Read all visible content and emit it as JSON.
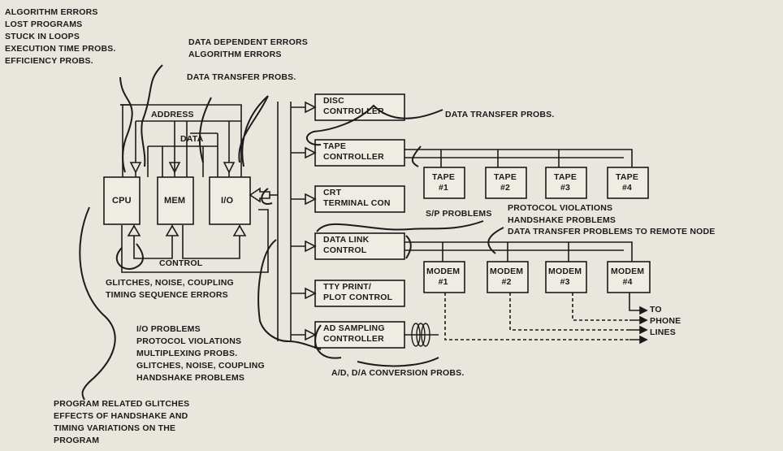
{
  "annotations": {
    "top_left": "ALGORITHM ERRORS\nLOST PROGRAMS\nSTUCK IN LOOPS\nEXECUTION TIME PROBS.\nEFFICIENCY PROBS.",
    "data_dependent": "DATA DEPENDENT ERRORS\nALGORITHM ERRORS",
    "data_transfer_top": "DATA TRANSFER PROBS.",
    "data_transfer_right": "DATA TRANSFER PROBS.",
    "sp_problems": "S/P PROBLEMS",
    "protocol_handshake": "PROTOCOL VIOLATIONS\nHANDSHAKE PROBLEMS",
    "remote_node": "DATA TRANSFER PROBLEMS TO REMOTE NODE",
    "glitches_timing": "GLITCHES, NOISE, COUPLING\nTIMING SEQUENCE ERRORS",
    "io_problems": "I/O PROBLEMS\nPROTOCOL VIOLATIONS\nMULTIPLEXING PROBS.\nGLITCHES, NOISE, COUPLING\nHANDSHAKE PROBLEMS",
    "ad_da": "A/D, D/A CONVERSION PROBS.",
    "program_related": "PROGRAM RELATED GLITCHES\nEFFECTS OF HANDSHAKE AND\nTIMING VARIATIONS ON THE\nPROGRAM"
  },
  "bus_labels": {
    "address": "ADDRESS",
    "data": "DATA",
    "control": "CONTROL"
  },
  "core": {
    "cpu": "CPU",
    "mem": "MEM",
    "io": "I/O"
  },
  "controllers": {
    "disc": "DISC\nCONTROLLER",
    "tape": "TAPE\nCONTROLLER",
    "crt": "CRT\nTERMINAL CON",
    "datalink": "DATA LINK\nCONTROL",
    "tty": "TTY PRINT/\nPLOT CONTROL",
    "ad": "AD SAMPLING\nCONTROLLER"
  },
  "tapes": [
    "TAPE\n#1",
    "TAPE\n#2",
    "TAPE\n#3",
    "TAPE\n#4"
  ],
  "modems": [
    "MODEM\n#1",
    "MODEM\n#2",
    "MODEM\n#3",
    "MODEM\n#4"
  ],
  "phone_lines": [
    "TO",
    "PHONE",
    "LINES"
  ],
  "colors": {
    "ink": "#1b1b1b",
    "paper": "#e9e6dd",
    "box": "#efece4"
  }
}
